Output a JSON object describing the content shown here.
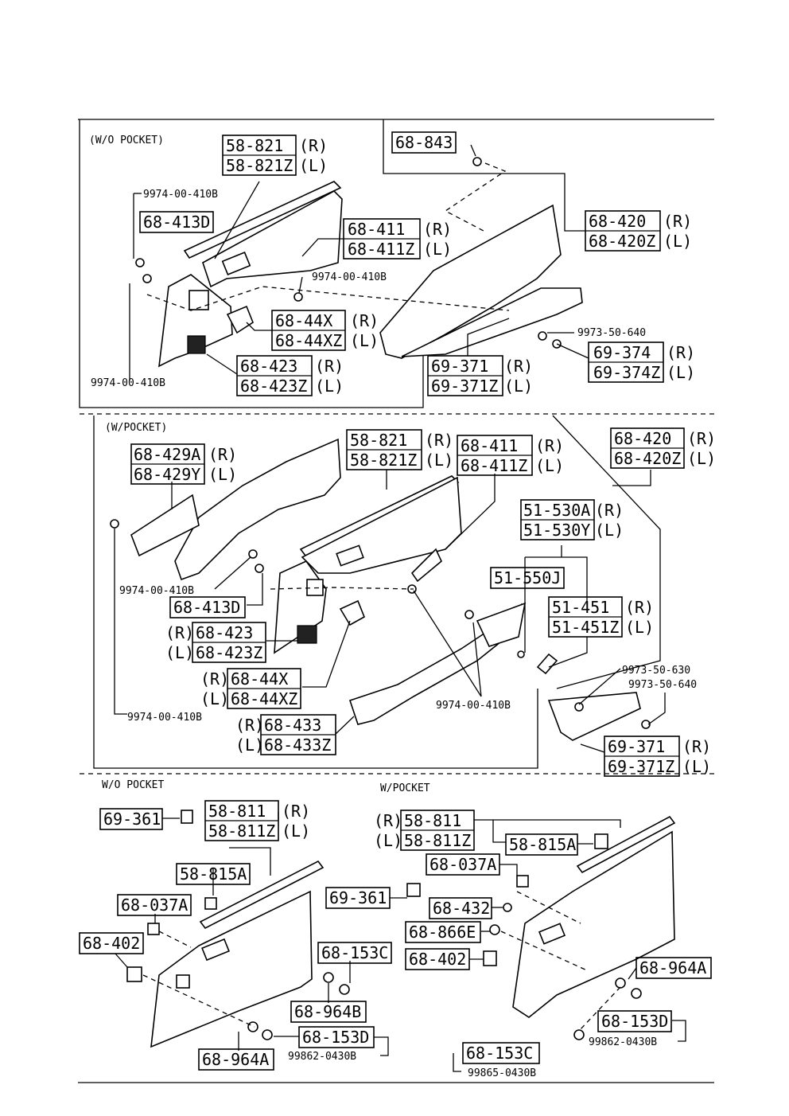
{
  "sections": [
    {
      "id": "s1",
      "title": "(W/O POCKET)"
    },
    {
      "id": "s2",
      "title": "(W/POCKET)"
    },
    {
      "id": "s3",
      "title": "W/O POCKET"
    },
    {
      "id": "s4",
      "title": "W/POCKET"
    }
  ],
  "labels": {
    "a1": "68-843",
    "a2": "58-821",
    "a2s": "(R)",
    "a3": "58-821Z",
    "a3s": "(L)",
    "a4": "9974-00-410B",
    "a5": "68-413D",
    "a6": "68-411",
    "a6s": "(R)",
    "a7": "68-411Z",
    "a7s": "(L)",
    "a8": "68-420",
    "a8s": "(R)",
    "a9": "68-420Z",
    "a9s": "(L)",
    "a10": "9974-00-410B",
    "a11": "68-44X",
    "a11s": "(R)",
    "a12": "68-44XZ",
    "a12s": "(L)",
    "a13": "9973-50-640",
    "a14": "69-374",
    "a14s": "(R)",
    "a15": "69-374Z",
    "a15s": "(L)",
    "a16": "69-371",
    "a16s": "(R)",
    "a17": "69-371Z",
    "a17s": "(L)",
    "a18": "68-423",
    "a18s": "(R)",
    "a19": "68-423Z",
    "a19s": "(L)",
    "a20": "9974-00-410B",
    "b1": "58-821",
    "b1s": "(R)",
    "b2": "58-821Z",
    "b2s": "(L)",
    "b3": "68-411",
    "b3s": "(R)",
    "b4": "68-411Z",
    "b4s": "(L)",
    "b5": "68-420",
    "b5s": "(R)",
    "b6": "68-420Z",
    "b6s": "(L)",
    "b7": "68-429A",
    "b7s": "(R)",
    "b8": "68-429Y",
    "b8s": "(L)",
    "b9": "51-530A",
    "b9s": "(R)",
    "b10": "51-530Y",
    "b10s": "(L)",
    "b11": "51-550J",
    "b12": "51-451",
    "b12s": "(R)",
    "b13": "51-451Z",
    "b13s": "(L)",
    "b14": "9974-00-410B",
    "b15": "68-413D",
    "b16": "68-423",
    "b16s": "(R)",
    "b17": "68-423Z",
    "b17s": "(L)",
    "b18": "68-44X",
    "b18s": "(R)",
    "b19": "68-44XZ",
    "b19s": "(L)",
    "b20": "9974-00-410B",
    "b21": "9973-50-630",
    "b22": "9973-50-640",
    "b23": "9974-00-410B",
    "b24": "68-433",
    "b24s": "(R)",
    "b25": "68-433Z",
    "b25s": "(L)",
    "b26": "69-371",
    "b26s": "(R)",
    "b27": "69-371Z",
    "b27s": "(L)",
    "c1": "69-361",
    "c2": "58-811",
    "c2s": "(R)",
    "c3": "58-811Z",
    "c3s": "(L)",
    "c4": "58-815A",
    "c5": "68-037A",
    "c6": "68-402",
    "c7": "68-153C",
    "c8": "68-964B",
    "c9": "68-964A",
    "c10": "68-153D",
    "c11": "99862-0430B",
    "d1": "58-811",
    "d1s": "(R)",
    "d2": "58-811Z",
    "d2s": "(L)",
    "d3": "58-815A",
    "d4": "68-037A",
    "d5": "69-361",
    "d6": "68-432",
    "d7": "68-866E",
    "d8": "68-402",
    "d9": "68-964A",
    "d10": "68-153D",
    "d11": "99862-0430B",
    "d12": "68-153C",
    "d13": "99865-0430B"
  }
}
